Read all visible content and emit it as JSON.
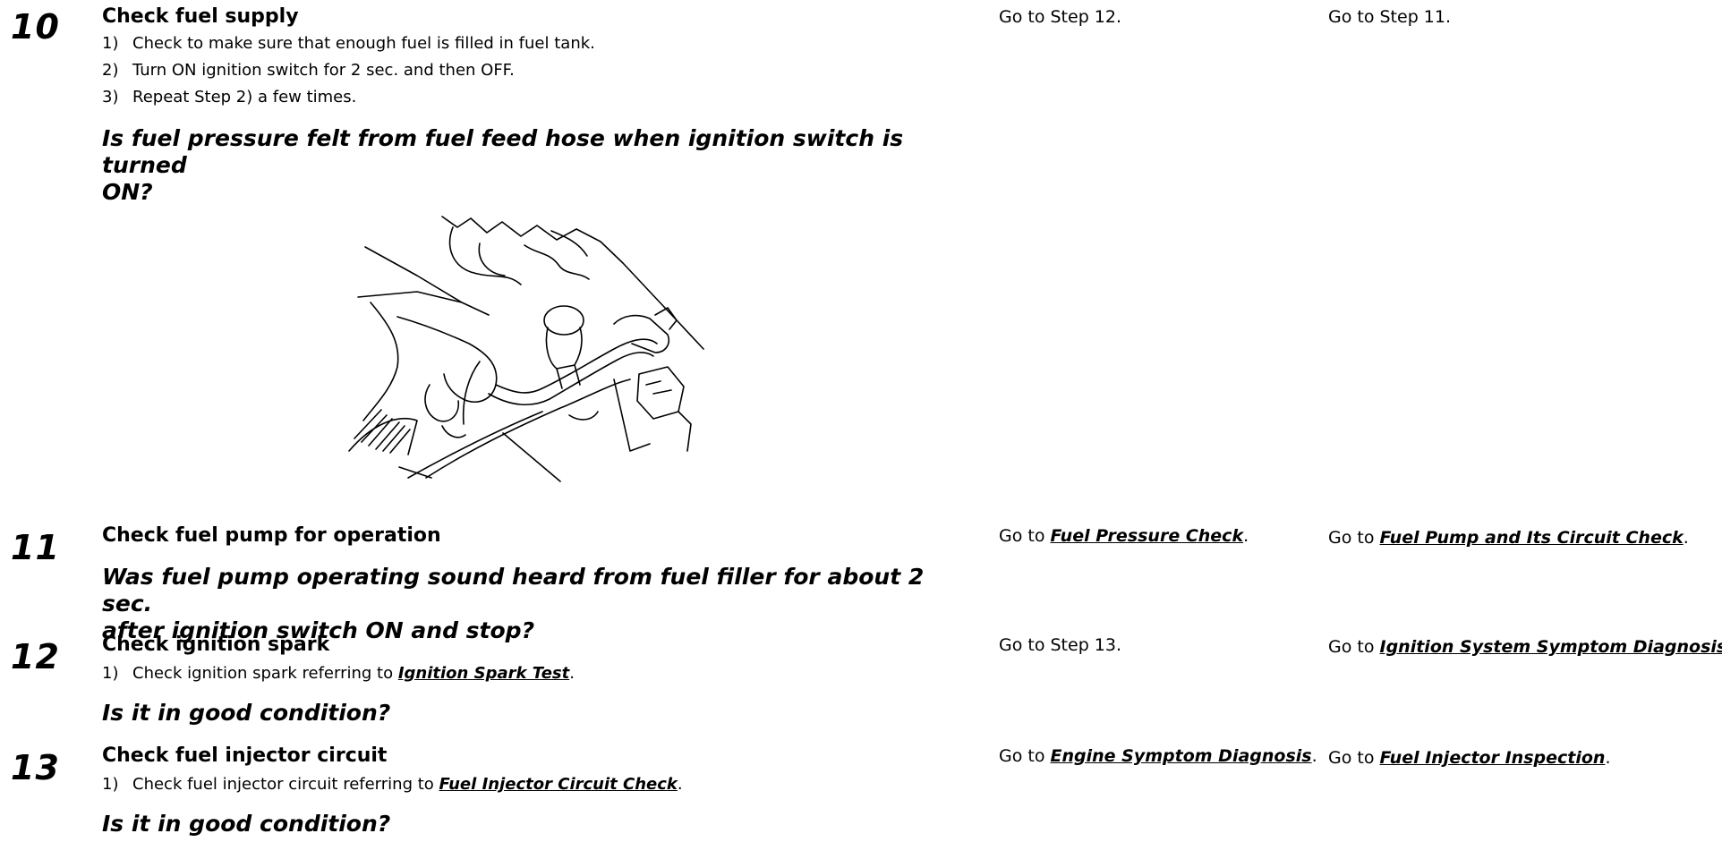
{
  "steps": [
    {
      "number": "10",
      "title": "Check fuel supply",
      "substeps": [
        {
          "idx": "1)",
          "text": "Check to make sure that enough fuel is filled in fuel tank."
        },
        {
          "idx": "2)",
          "text": "Turn ON ignition switch for 2 sec. and then OFF."
        },
        {
          "idx": "3)",
          "text": "Repeat Step 2) a few times."
        }
      ],
      "question_line1": "Is fuel pressure felt from fuel feed hose when ignition switch is turned",
      "question_line2": "ON?",
      "yes": "Go to Step 12.",
      "no": "Go to Step 11."
    },
    {
      "number": "11",
      "title": "Check fuel pump for operation",
      "question_line1": "Was fuel pump operating sound heard from fuel filler for about 2 sec.",
      "question_line2": "after ignition switch ON and stop?",
      "yes_prefix": "Go to ",
      "yes_link": "Fuel Pressure Check",
      "no_prefix": "Go to ",
      "no_link": "Fuel Pump and Its Circuit Check"
    },
    {
      "number": "12",
      "title": "Check ignition spark",
      "substep_idx": "1)",
      "substep_text": "Check ignition spark referring to ",
      "substep_link": "Ignition Spark Test",
      "question": "Is it in good condition?",
      "yes": "Go to Step 13.",
      "no_prefix": "Go to ",
      "no_link": "Ignition System Symptom Diagnosis"
    },
    {
      "number": "13",
      "title": "Check fuel injector circuit",
      "substep_idx": "1)",
      "substep_text": "Check fuel injector circuit referring to ",
      "substep_link": "Fuel Injector Circuit Check",
      "question": "Is it in good condition?",
      "yes_prefix": "Go to ",
      "yes_link": "Engine Symptom Diagnosis",
      "no_prefix": "Go to ",
      "no_link": "Fuel Injector Inspection"
    }
  ],
  "period": "."
}
